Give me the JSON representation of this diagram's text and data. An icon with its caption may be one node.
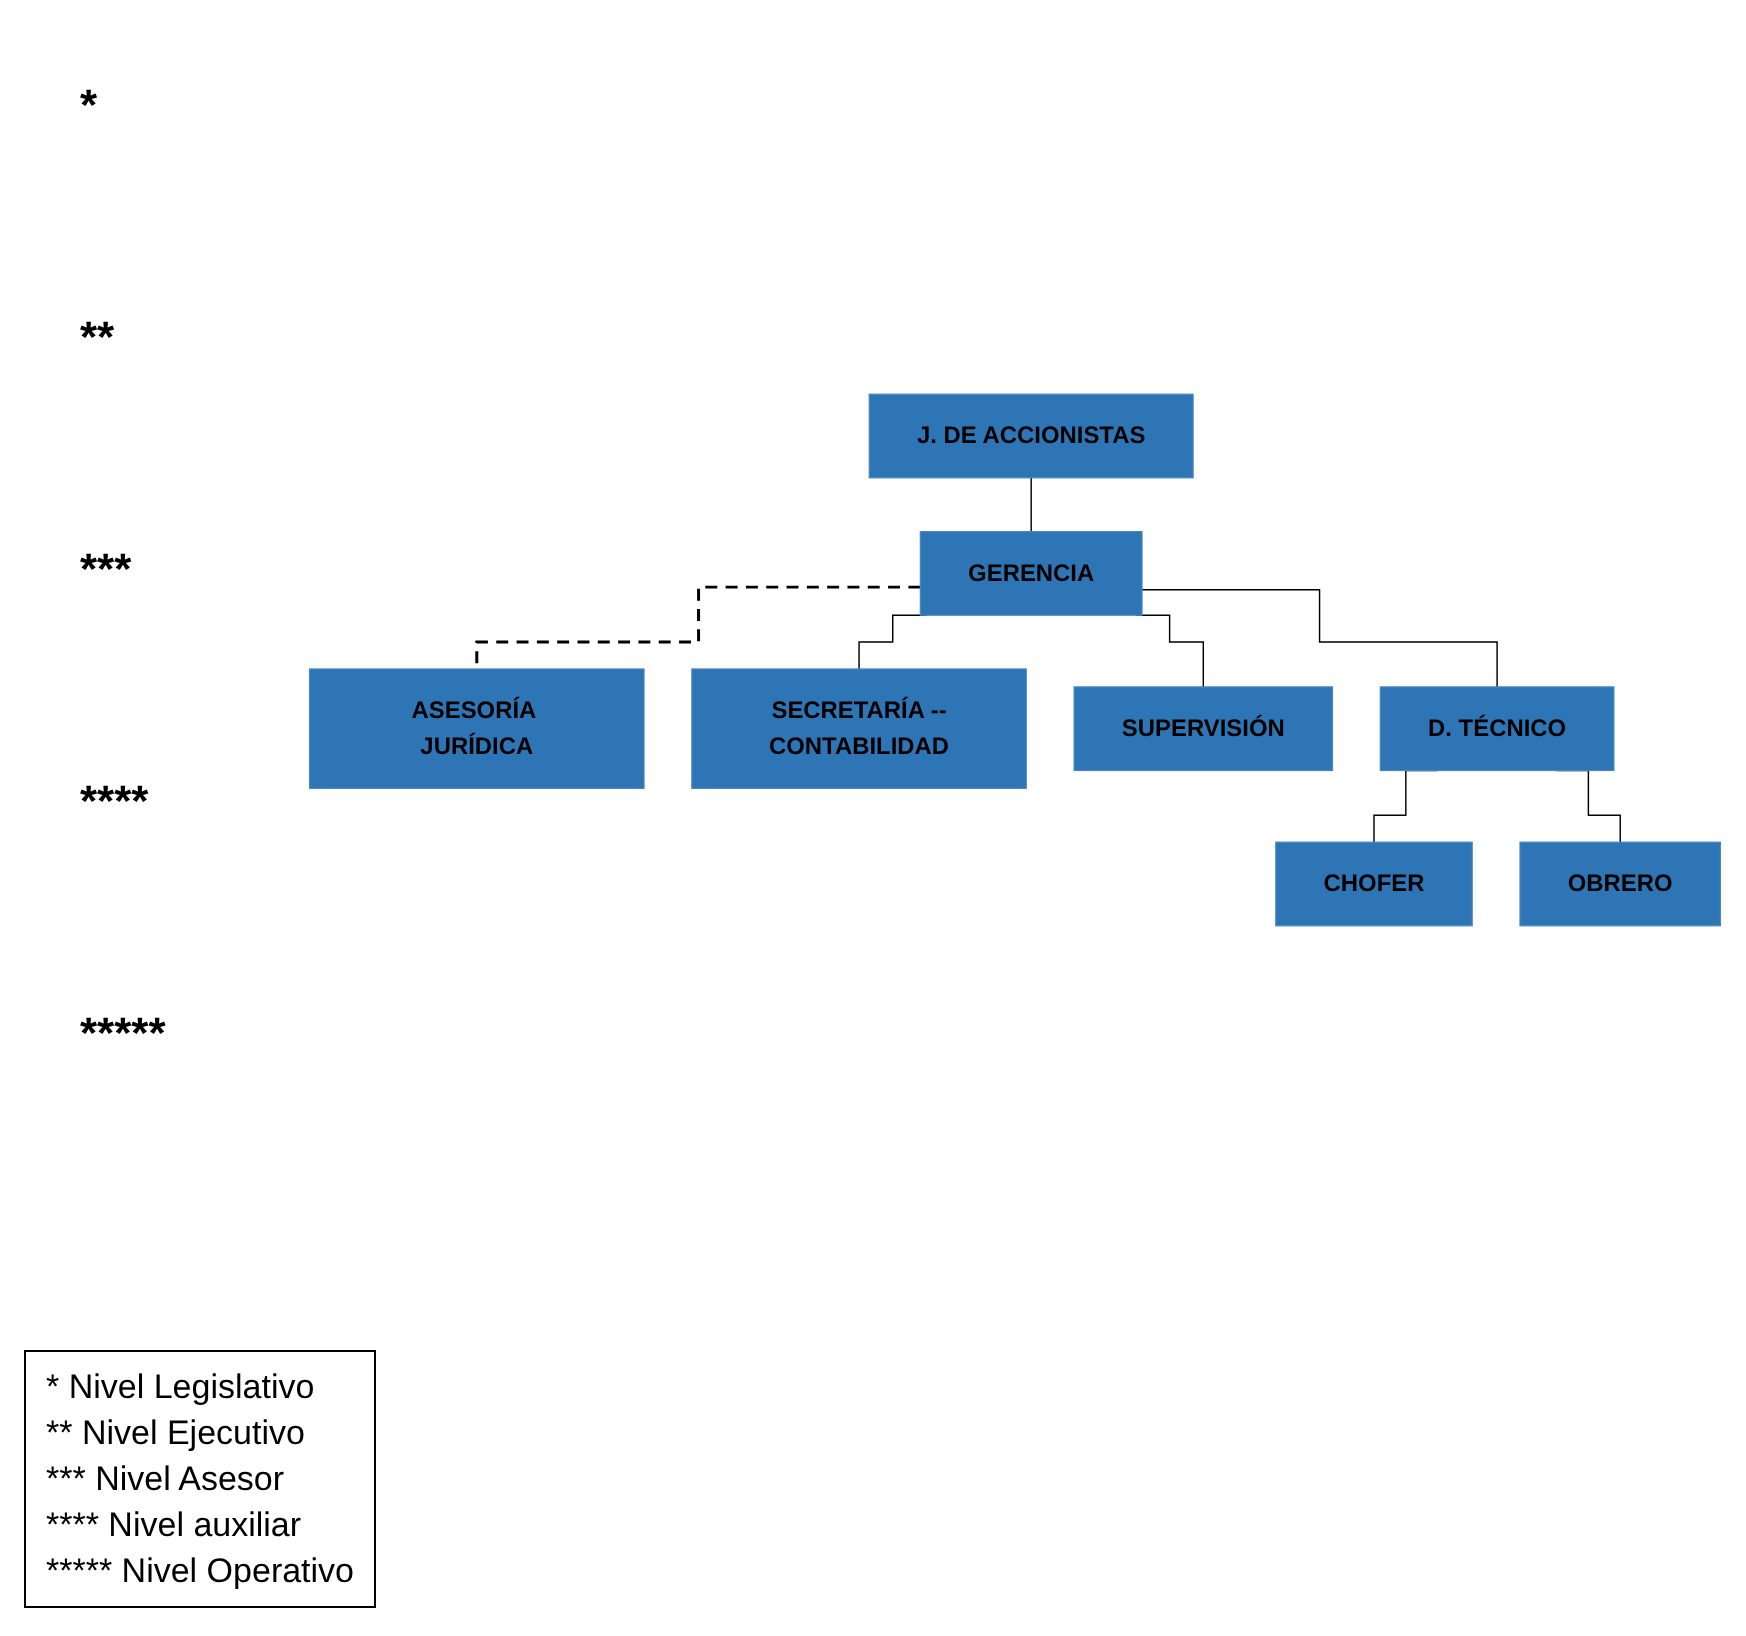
{
  "diagram": {
    "nodes": [
      {
        "text": [
          "J. DE ACCIONISTAS"
        ]
      },
      {
        "text": [
          "GERENCIA"
        ]
      },
      {
        "text": [
          "ASESORÍA JURÍDICA"
        ]
      },
      {
        "text": [
          "SECRETARÍA --CONTABILIDAD"
        ]
      },
      {
        "text": [
          "SUPERVISIÓN"
        ]
      },
      {
        "text": [
          "D. TÉCNICO"
        ]
      },
      {
        "text": [
          "CHOFER"
        ]
      },
      {
        "text": [
          "OBRERO"
        ]
      }
    ],
    "edges": [
      {
        "from": 0,
        "to": 1,
        "arrow": "none"
      },
      {
        "from": 1,
        "to": 2,
        "arrow": "none",
        "style": "dashed"
      },
      {
        "from": 1,
        "to": 3,
        "arrow": "none"
      },
      {
        "from": 1,
        "to": 4,
        "arrow": "none"
      },
      {
        "from": 1,
        "to": 5,
        "arrow": "none"
      },
      {
        "from": 5,
        "to": 6,
        "arrow": "none"
      },
      {
        "from": 5,
        "to": 7,
        "arrow": "none"
      }
    ],
    "labels": [
      "*",
      "**",
      "***",
      "****",
      "*****"
    ],
    "legend": [
      {
        "text": "* Nivel Legislativo"
      },
      {
        "text": "** Nivel Ejecutivo"
      },
      {
        "text": "*** Nivel Asesor"
      },
      {
        "text": "**** Nivel auxiliar"
      },
      {
        "text": "***** Nivel Operativo"
      }
    ]
  }
}
